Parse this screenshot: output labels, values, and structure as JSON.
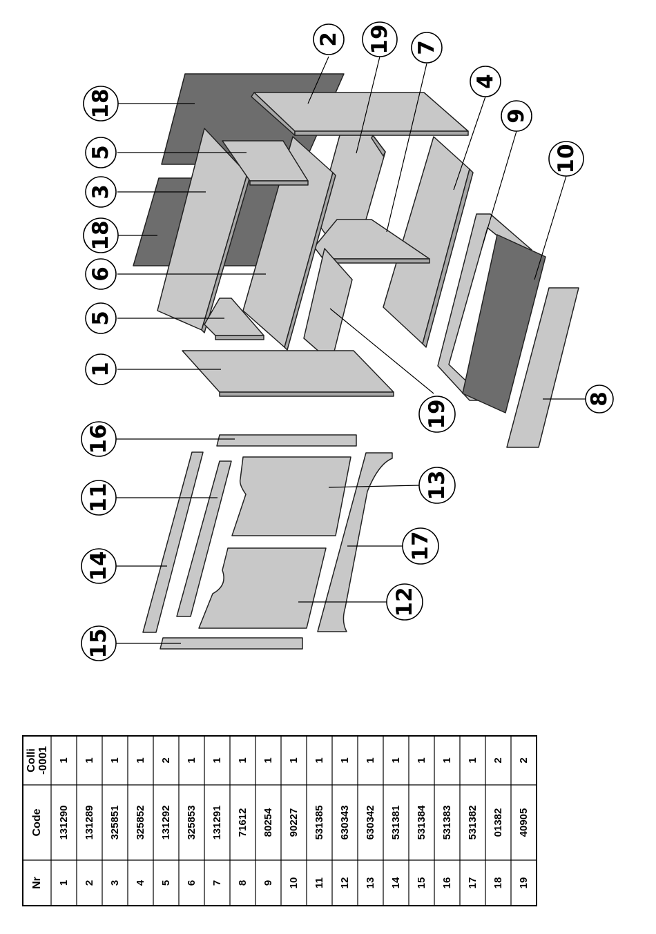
{
  "colors": {
    "panel_light": "#c8c8c8",
    "panel_mid": "#bdbdbd",
    "panel_dark": "#6d6d6d",
    "edge": "#222222",
    "line": "#000000"
  },
  "callouts": [
    {
      "id": "c1",
      "label": "1"
    },
    {
      "id": "c2",
      "label": "2"
    },
    {
      "id": "c3",
      "label": "3"
    },
    {
      "id": "c4",
      "label": "4"
    },
    {
      "id": "c5a",
      "label": "5"
    },
    {
      "id": "c5b",
      "label": "5"
    },
    {
      "id": "c6",
      "label": "6"
    },
    {
      "id": "c7",
      "label": "7"
    },
    {
      "id": "c8",
      "label": "8"
    },
    {
      "id": "c9",
      "label": "9"
    },
    {
      "id": "c10",
      "label": "10"
    },
    {
      "id": "c11",
      "label": "11"
    },
    {
      "id": "c12",
      "label": "12"
    },
    {
      "id": "c13",
      "label": "13"
    },
    {
      "id": "c14",
      "label": "14"
    },
    {
      "id": "c15",
      "label": "15"
    },
    {
      "id": "c16",
      "label": "16"
    },
    {
      "id": "c17",
      "label": "17"
    },
    {
      "id": "c18a",
      "label": "18"
    },
    {
      "id": "c18b",
      "label": "18"
    },
    {
      "id": "c19a",
      "label": "19"
    },
    {
      "id": "c19b",
      "label": "19"
    }
  ],
  "parts_table": {
    "headers": {
      "nr": "Nr",
      "code": "Code",
      "colli_line1": "Colli",
      "colli_line2": "-0001"
    },
    "rows": [
      {
        "nr": "1",
        "code": "131290",
        "colli": "1"
      },
      {
        "nr": "2",
        "code": "131289",
        "colli": "1"
      },
      {
        "nr": "3",
        "code": "325851",
        "colli": "1"
      },
      {
        "nr": "4",
        "code": "325852",
        "colli": "1"
      },
      {
        "nr": "5",
        "code": "131292",
        "colli": "2"
      },
      {
        "nr": "6",
        "code": "325853",
        "colli": "1"
      },
      {
        "nr": "7",
        "code": "131291",
        "colli": "1"
      },
      {
        "nr": "8",
        "code": "71612",
        "colli": "1"
      },
      {
        "nr": "9",
        "code": "80254",
        "colli": "1"
      },
      {
        "nr": "10",
        "code": "90227",
        "colli": "1"
      },
      {
        "nr": "11",
        "code": "531385",
        "colli": "1"
      },
      {
        "nr": "12",
        "code": "630343",
        "colli": "1"
      },
      {
        "nr": "13",
        "code": "630342",
        "colli": "1"
      },
      {
        "nr": "14",
        "code": "531381",
        "colli": "1"
      },
      {
        "nr": "15",
        "code": "531384",
        "colli": "1"
      },
      {
        "nr": "16",
        "code": "531383",
        "colli": "1"
      },
      {
        "nr": "17",
        "code": "531382",
        "colli": "1"
      },
      {
        "nr": "18",
        "code": "01382",
        "colli": "2"
      },
      {
        "nr": "19",
        "code": "40905",
        "colli": "2"
      }
    ]
  }
}
